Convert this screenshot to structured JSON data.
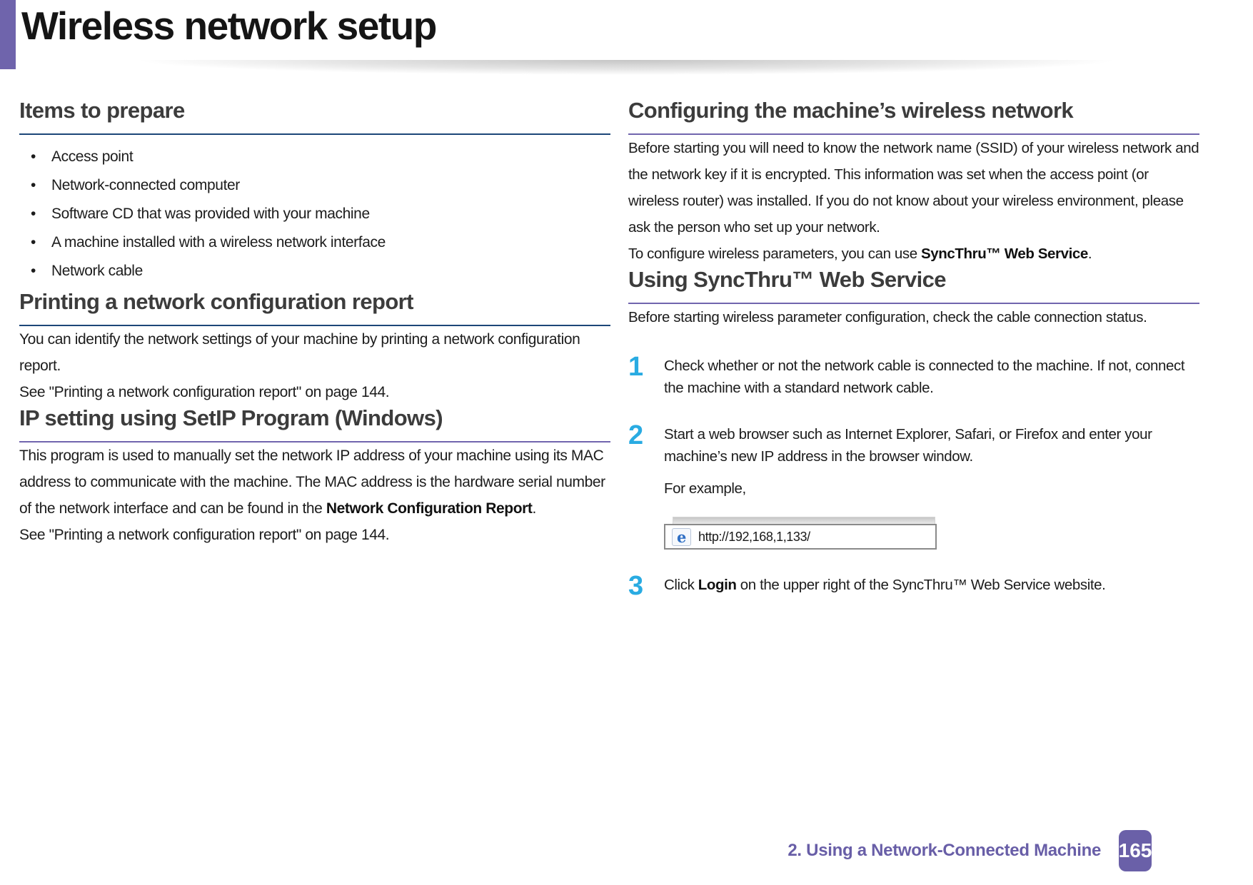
{
  "title": "Wireless network setup",
  "left": {
    "prepare": {
      "heading": "Items to prepare",
      "items": [
        "Access point",
        "Network-connected computer",
        "Software CD that was provided with your machine",
        "A machine installed with a wireless network interface",
        "Network cable"
      ]
    },
    "printing": {
      "heading": "Printing a network configuration report",
      "body": "You can identify the network settings of your machine by printing a network configuration report.",
      "see": "See \"Printing a network configuration report\" on page 144."
    },
    "setip": {
      "heading": "IP setting using SetIP Program (Windows)",
      "body_pre": "This program is used to manually set the network IP address of your machine using its MAC address to communicate with the machine. The MAC address is the hardware serial number of the network interface and can be found in the ",
      "body_bold": "Network Configuration Report",
      "body_post": ".",
      "see": "See \"Printing a network configuration report\" on page 144."
    }
  },
  "right": {
    "configuring": {
      "heading": "Configuring the machine’s wireless network",
      "body": "Before starting you will need to know the network name (SSID) of your wireless network and the network key if it is encrypted. This information was set when the access point (or wireless router) was installed. If you do not know about your wireless environment, please ask the person who set up your network.",
      "body2_pre": "To configure wireless parameters, you can use ",
      "body2_bold": "SyncThru™ Web Service",
      "body2_post": "."
    },
    "syncthru": {
      "heading": "Using SyncThru™ Web Service",
      "body": "Before starting wireless parameter configuration, check the cable connection status.",
      "steps": [
        {
          "num": "1",
          "text": "Check whether or not the network cable is connected to the machine. If not, connect the machine with a standard network cable."
        },
        {
          "num": "2",
          "text": "Start a web browser such as Internet Explorer, Safari, or Firefox and enter your machine’s new IP address in the browser window.",
          "example_label": "For example,",
          "address_icon_glyph": "e",
          "address_url": "http://192,168,1,133/"
        },
        {
          "num": "3",
          "text_pre": "Click ",
          "text_bold": "Login",
          "text_post": " on the upper right of the SyncThru™ Web Service website."
        }
      ]
    }
  },
  "footer": {
    "chapter": "2.  Using a Network-Connected Machine",
    "page_number": "165"
  }
}
